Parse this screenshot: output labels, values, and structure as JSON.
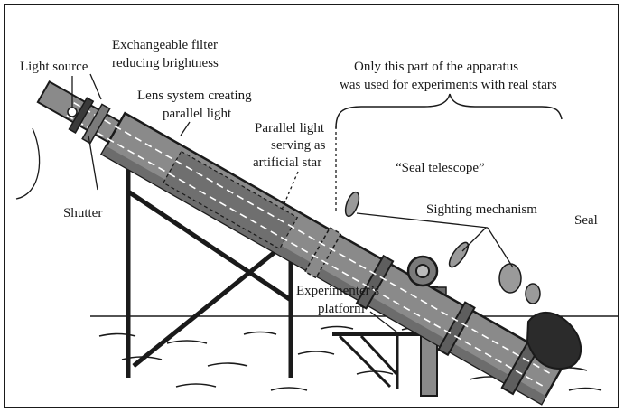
{
  "labels": {
    "light_source": "Light source",
    "filter_line1": "Exchangeable filter",
    "filter_line2": "reducing brightness",
    "lens_line1": "Lens system creating",
    "lens_line2": "parallel light",
    "parallel_line1": "Parallel light",
    "parallel_line2": "serving as",
    "parallel_line3": "artificial star",
    "only_line1": "Only this part of the apparatus",
    "only_line2": "was used for experiments with real stars",
    "seal_telescope": "“Seal telescope”",
    "sighting": "Sighting mechanism",
    "seal": "Seal",
    "shutter": "Shutter",
    "platform_line1": "Experimenter’s",
    "platform_line2": "platform"
  },
  "colors": {
    "ink": "#1a1a1a",
    "tube_fill": "#8a8a8a",
    "tube_dark": "#5e5e5e",
    "lens_box": "#6f6f6f",
    "beam": "#ffffff",
    "seal_body": "#2b2b2b"
  }
}
